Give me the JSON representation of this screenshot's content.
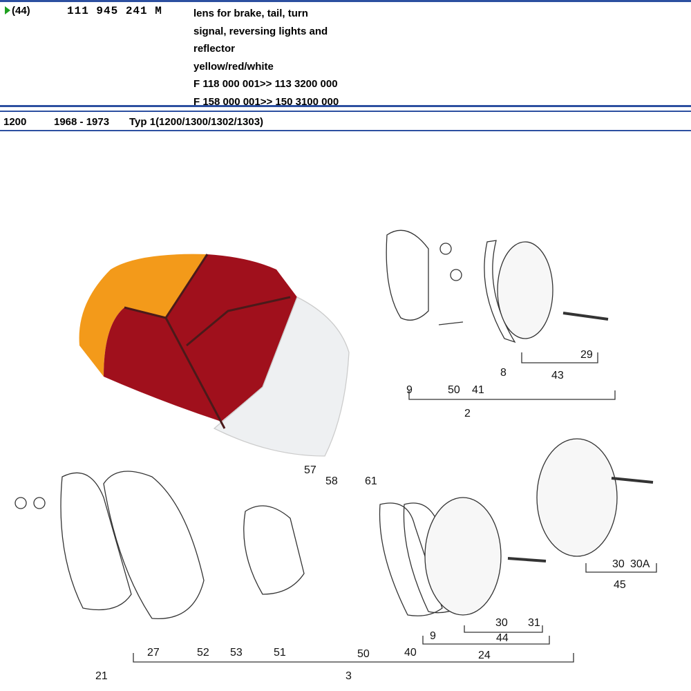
{
  "part": {
    "position": "(44)",
    "number": "111 945 241 M",
    "description": [
      "lens for brake, tail, turn",
      "signal, reversing lights and",
      "reflector",
      "yellow/red/white",
      "F 118  000 001>> 113 3200 000",
      "F 158  000 001>> 150 3100 000"
    ]
  },
  "model": {
    "code": "1200",
    "years": "1968 - 1973",
    "type": "Typ 1(1200/1300/1302/1303)"
  },
  "diagram": {
    "labels": [
      "9",
      "50",
      "41",
      "8",
      "29",
      "43",
      "2",
      "21",
      "27",
      "52",
      "53",
      "51",
      "50",
      "40",
      "9",
      "24",
      "30",
      "44",
      "31",
      "3",
      "57",
      "58",
      "61",
      "30",
      "30A",
      "45"
    ]
  },
  "colors": {
    "rule": "#2c4fa0",
    "marker": "#1fa020",
    "amber": "#f39a1a",
    "red": "#a0101c",
    "clear": "#eef0f2"
  }
}
